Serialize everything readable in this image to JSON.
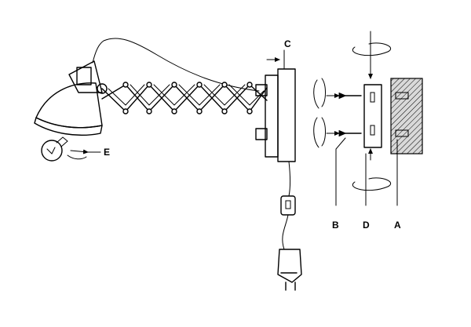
{
  "diagram": {
    "labels": {
      "c": "C",
      "e": "E",
      "b": "B",
      "d": "D",
      "a": "A"
    }
  },
  "colors": {
    "line": "#000000",
    "background": "#ffffff",
    "wall_fill": "#cfcfcf"
  }
}
